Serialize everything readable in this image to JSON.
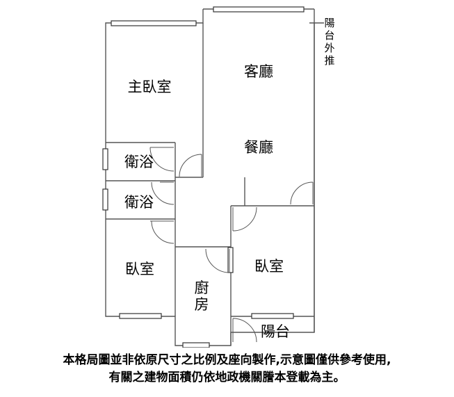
{
  "rooms": {
    "master_bedroom": "主臥室",
    "bath_1": "衛浴",
    "bath_2": "衛浴",
    "living_room": "客廳",
    "dining_room": "餐廳",
    "bedroom_left": "臥室",
    "bedroom_right": "臥室",
    "kitchen_line1": "廚",
    "kitchen_line2": "房",
    "balcony": "陽台"
  },
  "balcony_extension": [
    "陽",
    "台",
    "外",
    "推"
  ],
  "disclaimer": {
    "line1": "本格局圖並非依原尺寸之比例及座向製作,示意圖僅供參考使用,",
    "line2": "有關之建物面積仍依地政機關謄本登載為主。"
  }
}
